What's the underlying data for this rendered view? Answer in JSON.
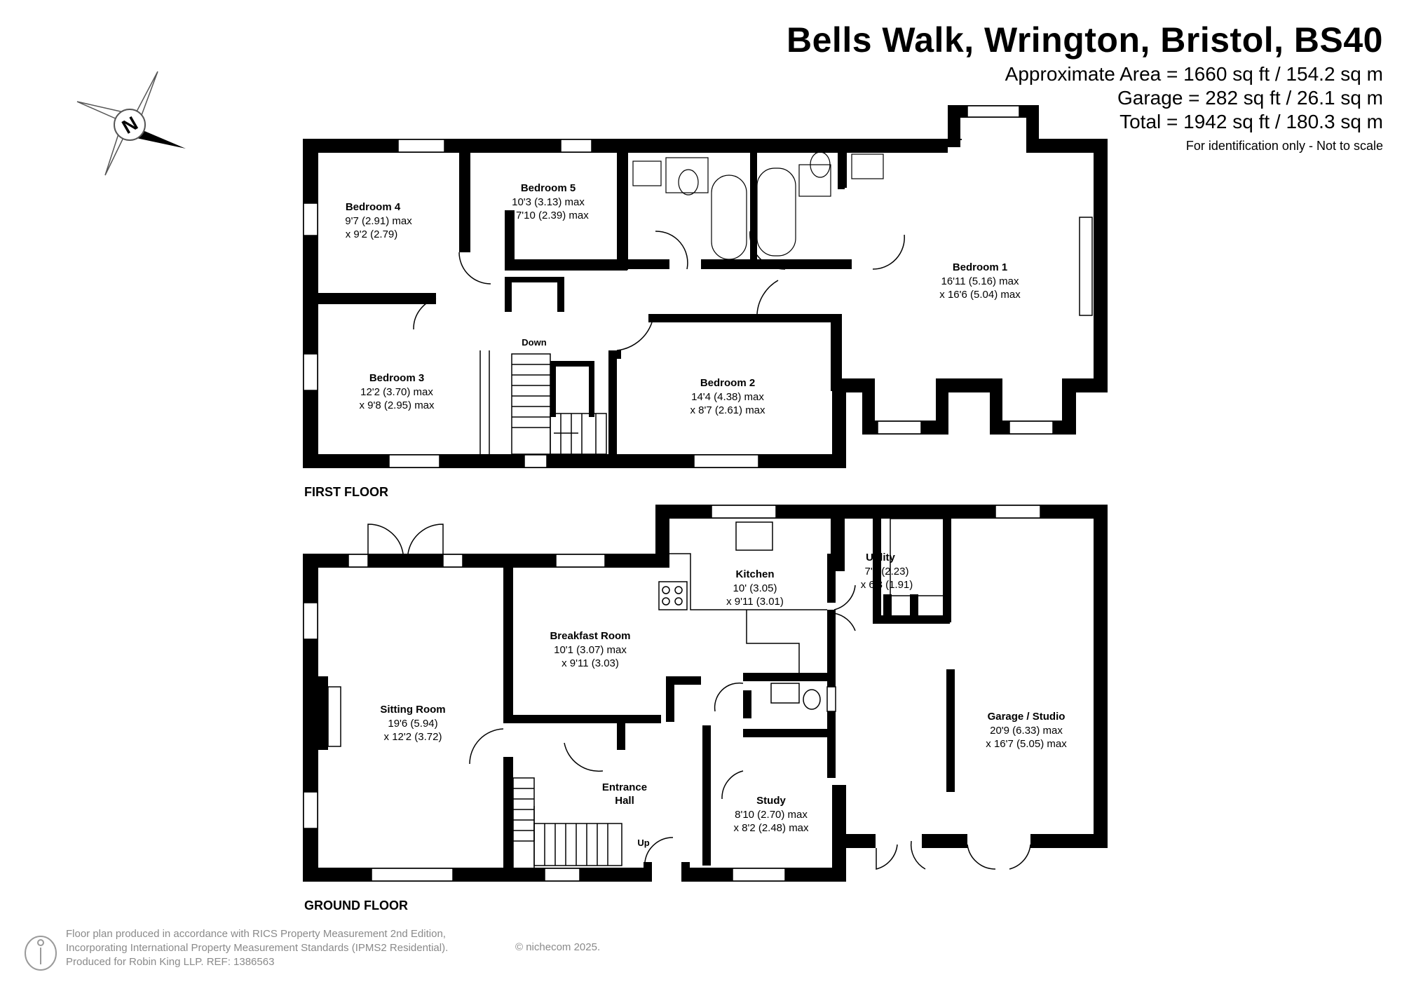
{
  "header": {
    "title": "Bells Walk, Wrington, Bristol, BS40",
    "area_lines": [
      "Approximate Area = 1660 sq ft / 154.2 sq m",
      "Garage = 282 sq ft / 26.1 sq m",
      "Total = 1942 sq ft / 180.3 sq m"
    ],
    "note": "For identification only - Not to scale"
  },
  "compass": {
    "label": "N",
    "icon": "compass-rose-icon"
  },
  "floors": {
    "first": {
      "label": "FIRST FLOOR"
    },
    "ground": {
      "label": "GROUND FLOOR"
    }
  },
  "rooms": {
    "bedroom4": {
      "name": "Bedroom 4",
      "dim1": "9'7 (2.91) max",
      "dim2": "x 9'2 (2.79)"
    },
    "bedroom5": {
      "name": "Bedroom 5",
      "dim1": "10'3 (3.13) max",
      "dim2": "x 7'10 (2.39) max"
    },
    "bedroom1": {
      "name": "Bedroom 1",
      "dim1": "16'11 (5.16) max",
      "dim2": "x 16'6 (5.04) max"
    },
    "bedroom3": {
      "name": "Bedroom 3",
      "dim1": "12'2 (3.70) max",
      "dim2": "x 9'8 (2.95) max"
    },
    "bedroom2": {
      "name": "Bedroom 2",
      "dim1": "14'4 (4.38) max",
      "dim2": "x 8'7 (2.61) max"
    },
    "kitchen": {
      "name": "Kitchen",
      "dim1": "10' (3.05)",
      "dim2": "x 9'11 (3.01)"
    },
    "utility": {
      "name": "Utility",
      "dim1": "7'4 (2.23)",
      "dim2": "x 6'3 (1.91)"
    },
    "breakfast": {
      "name": "Breakfast Room",
      "dim1": "10'1 (3.07) max",
      "dim2": "x 9'11 (3.03)"
    },
    "sitting": {
      "name": "Sitting Room",
      "dim1": "19'6 (5.94)",
      "dim2": "x 12'2 (3.72)"
    },
    "garage": {
      "name": "Garage / Studio",
      "dim1": "20'9 (6.33) max",
      "dim2": "x 16'7 (5.05) max"
    },
    "entrance": {
      "name1": "Entrance",
      "name2": "Hall"
    },
    "study": {
      "name": "Study",
      "dim1": "8'10 (2.70) max",
      "dim2": "x 8'2 (2.48) max"
    }
  },
  "stairs": {
    "down": "Down",
    "up": "Up"
  },
  "footer": {
    "lines": [
      "Floor plan produced in accordance with RICS Property Measurement 2nd Edition,",
      "Incorporating International Property Measurement Standards (IPMS2 Residential).",
      "Produced for Robin King LLP.   REF:  1386563"
    ],
    "copyright": "© nichecom 2025.",
    "logo_icon": "nichecom-logo-icon"
  }
}
